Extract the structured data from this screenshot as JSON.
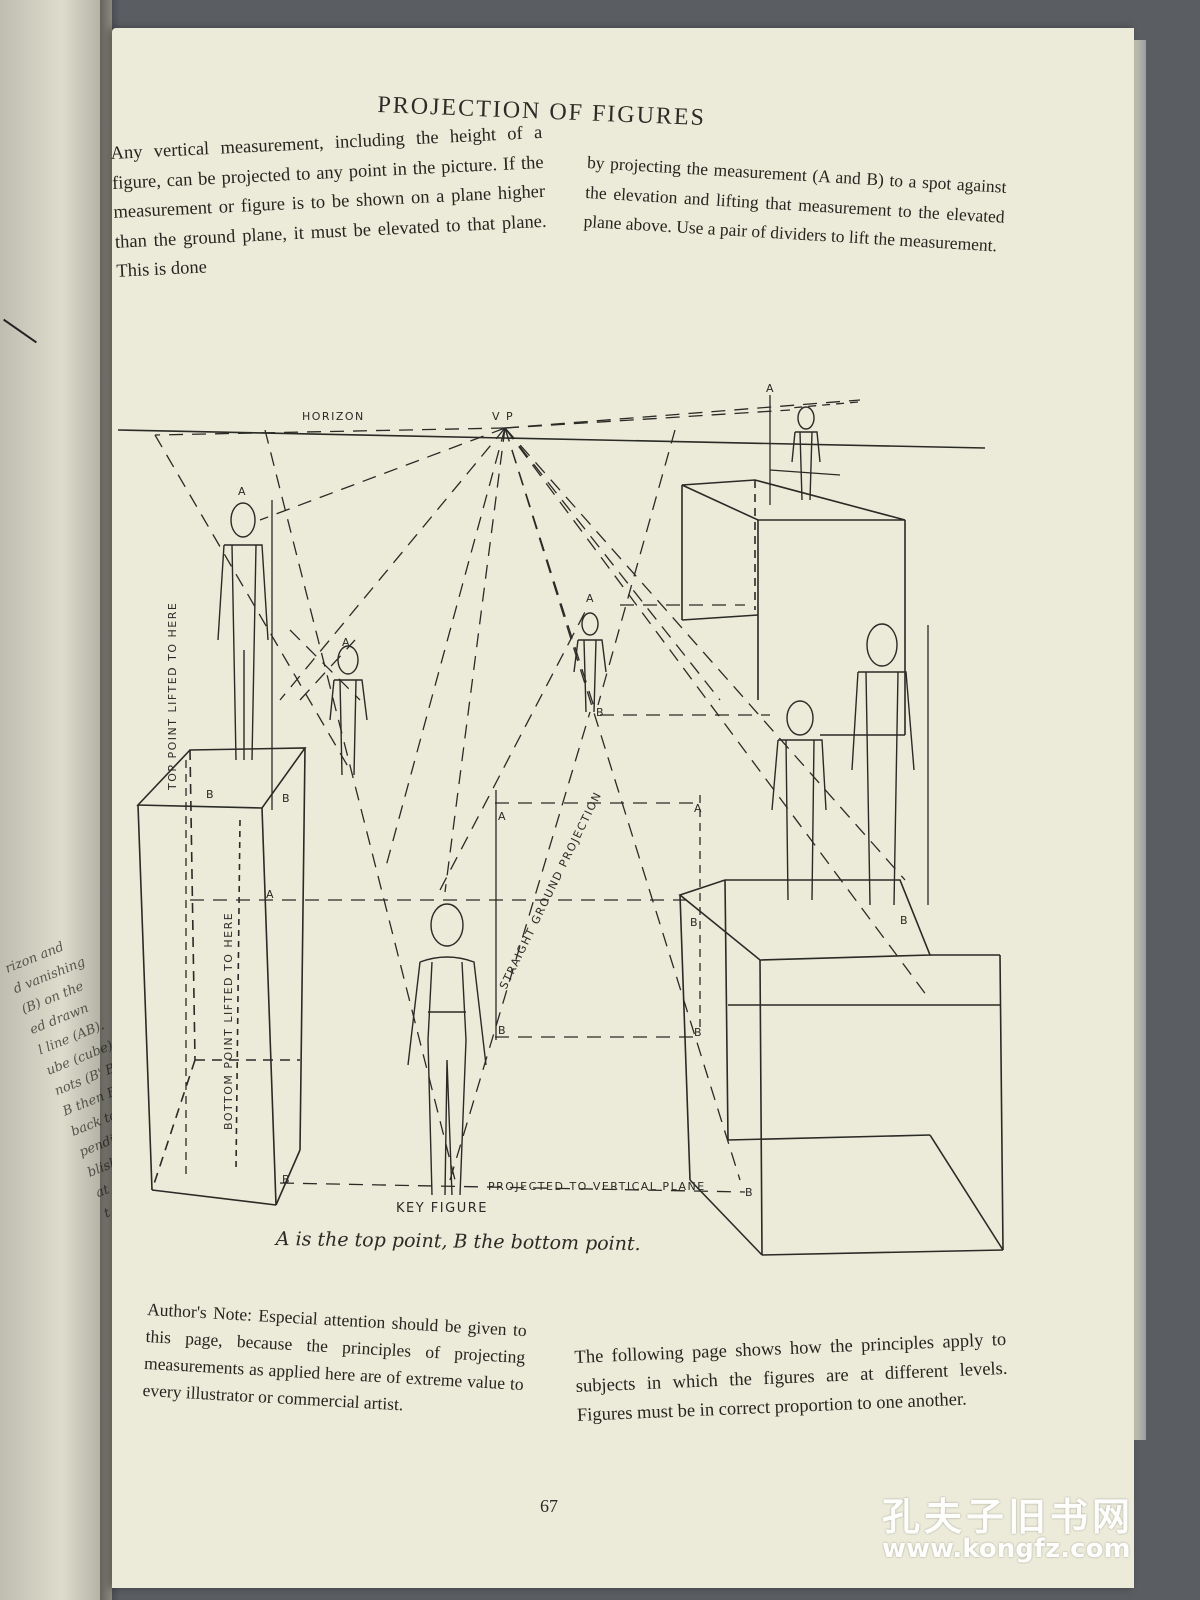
{
  "page": {
    "title": "PROJECTION OF FIGURES",
    "paragraph_left": "Any vertical measurement, including the height of a figure, can be projected to any point in the picture. If the measurement or figure is to be shown on a plane higher than the ground plane, it must be elevated to that plane. This is done",
    "paragraph_right": "by projecting the measurement (A and B) to a spot against the elevation and lifting that measurement to the elevated plane above. Use a pair of dividers to lift the measurement.",
    "note_left": "Author's Note: Especial attention should be given to this page, because the principles of projecting measurements as applied here are of extreme value to every illustrator or commercial artist.",
    "note_right": "The following page shows how the principles apply to subjects in which the figures are at different levels. Figures must be in correct proportion to one another.",
    "page_number": "67"
  },
  "figure": {
    "horizon_label": "HORIZON",
    "vp_label": "V P",
    "top_label": "TOP POINT LIFTED TO HERE",
    "bottom_label": "BOTTOM POINT LIFTED TO HERE",
    "straight_label": "STRAIGHT GROUND PROJECTION",
    "projected_label": "PROJECTED TO VERTICAL PLANE",
    "key_label": "KEY FIGURE",
    "letter_a": "A",
    "letter_b": "B",
    "caption": "A is the top point, B the bottom point."
  },
  "left_page": {
    "scribble": "rizon and\nd vanishing\n(B) on the\ned drawn\nl line (AB).\nube (cube).\nnots (B' B')\nB then B\nback to A.\npendicular\nblishes the\nat that spot\nt corner of the\nproject lines\nrners of cube"
  },
  "watermark": {
    "chinese": "孔夫子旧书网",
    "url": "www.kongfz.com"
  }
}
